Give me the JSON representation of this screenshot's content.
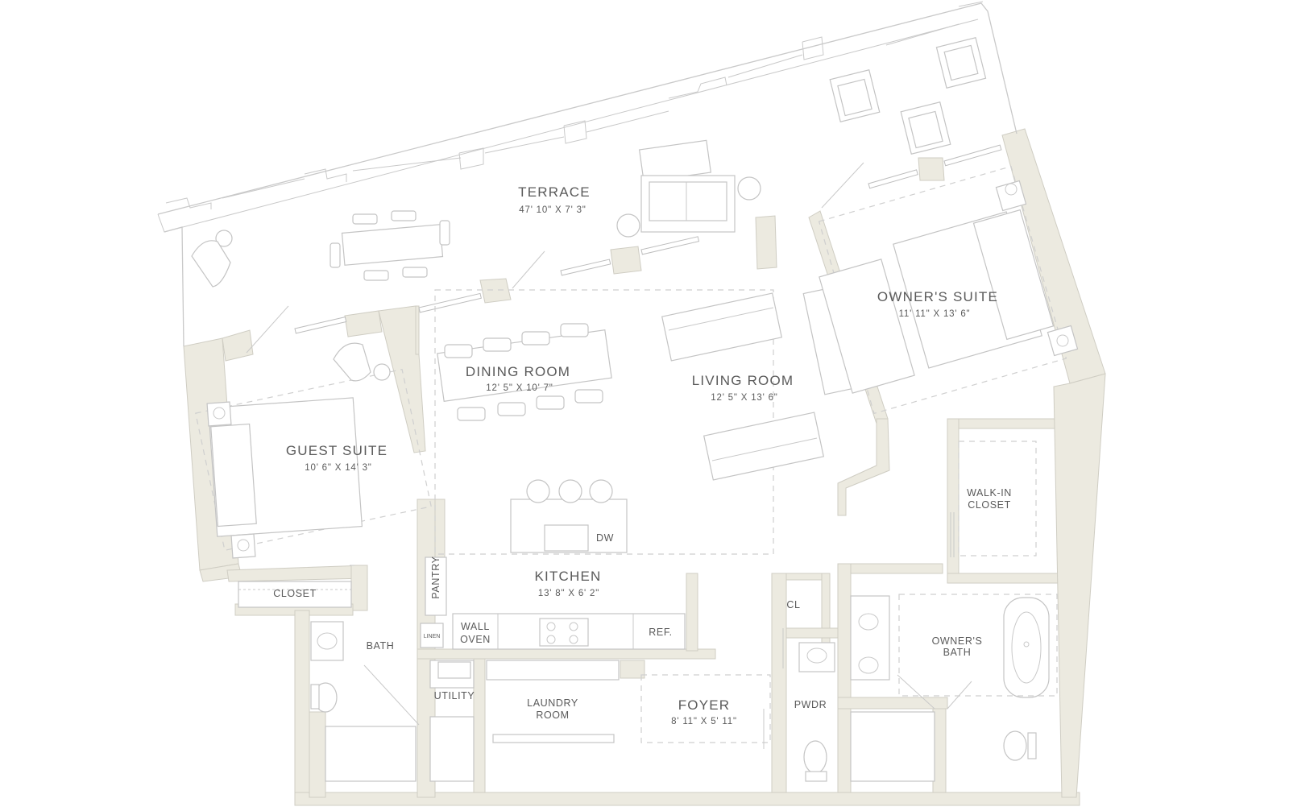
{
  "rooms": {
    "terrace": {
      "name": "TERRACE",
      "dim": "47' 10\" X 7' 3\""
    },
    "dining": {
      "name": "DINING ROOM",
      "dim": "12' 5\" X 10' 7\""
    },
    "living": {
      "name": "LIVING ROOM",
      "dim": "12' 5\" X 13' 6\""
    },
    "owners_suite": {
      "name": "OWNER'S SUITE",
      "dim": "11' 11\" X 13' 6\""
    },
    "guest_suite": {
      "name": "GUEST SUITE",
      "dim": "10' 6\" X 14' 3\""
    },
    "kitchen": {
      "name": "KITCHEN",
      "dim": "13' 8\" X 6' 2\""
    },
    "foyer": {
      "name": "FOYER",
      "dim": "8' 11\" X 5' 11\""
    }
  },
  "labels": {
    "walk_in_closet": [
      "WALK-IN",
      "CLOSET"
    ],
    "owners_bath": [
      "OWNER'S",
      "BATH"
    ],
    "laundry_room": [
      "LAUNDRY",
      "ROOM"
    ],
    "wall_oven": [
      "WALL",
      "OVEN"
    ],
    "closet": "CLOSET",
    "bath": "BATH",
    "utility": "UTILITY",
    "pantry": "PANTRY",
    "linen": "LINEN",
    "ref": "REF.",
    "dw": "DW",
    "cl": "CL",
    "pwdr": "PWDR"
  }
}
